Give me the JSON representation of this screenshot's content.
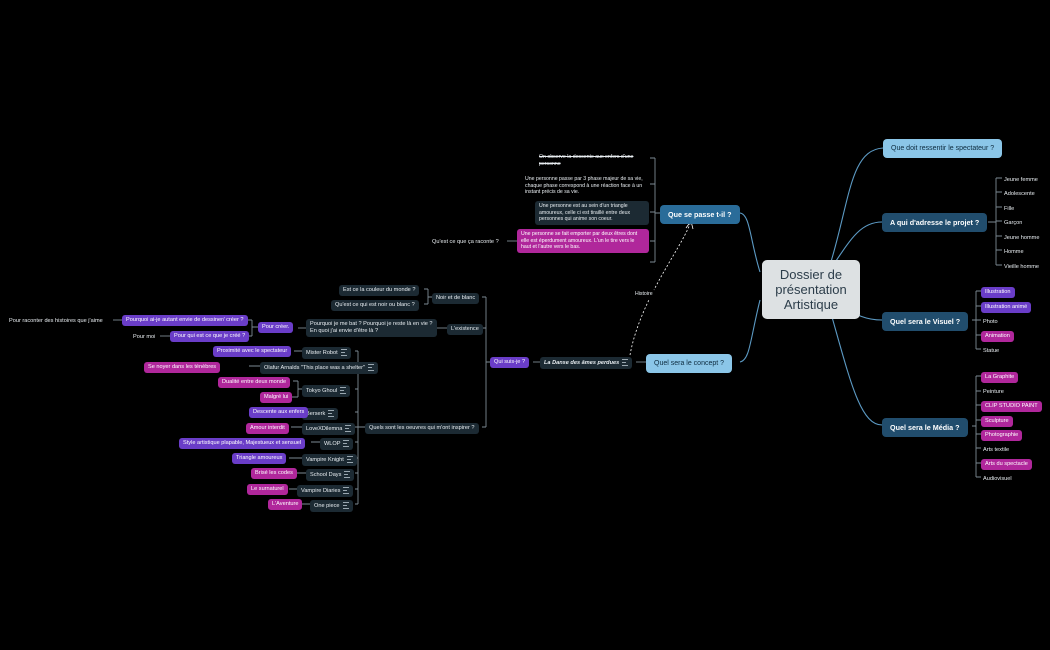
{
  "central": "Dossier de présentation Artistique",
  "right": {
    "ressentir": "Que doit ressentir le spectateur ?",
    "adresse": "A qui d'adresse le projet ?",
    "adresse_items": [
      "Jeune femme",
      "Adolescente",
      "Fille",
      "Garçon",
      "Jeune homme",
      "Homme",
      "Vieille homme"
    ],
    "visuel": "Quel sera le Visuel ?",
    "visuel_items": [
      "Illustration",
      "Illustration animé",
      "Photo",
      "Animation",
      "Statue"
    ],
    "media": "Quel sera le Média ?",
    "media_items": [
      "La Graphite",
      "Peinture",
      "CLIP STUDIO PAINT",
      "Sculpture",
      "Photographie",
      "Arts textile",
      "Arts du spectacle",
      "Audiovisuel"
    ]
  },
  "passe": {
    "title": "Que se passe t-il ?",
    "notes": [
      "On observe la descente aux enfers d'une personne",
      "Une personne passe par 3 phase majeur de sa vie, chaque phase correspond à une réaction face à un instant précis de sa vie.",
      "Une personne est au sein d'un triangle amoureux, celle ci est tiraillé entre deux personnes qui anime son coeur.",
      "Une personne se fait emporter par deux êtres dont elle est éperdument amoureux. L'un le tire vers le haut et l'autre vers le bas."
    ],
    "question": "Qu'est ce que ça raconte ?"
  },
  "histoire": "Histoire",
  "concept": {
    "title": "Quel sera le concept ?",
    "danse": "La Danse des âmes perdues",
    "quisuisje": "Qui suis-je ?",
    "noir_blanc": "Noir et de blanc",
    "couleur": "Est ce la couleur du monde ?",
    "noir": "Qu'est ce qui est noir ou blanc ?",
    "existence": "L'existence",
    "pourquoi": "Pourquoi je me bat ? Pourquoi je reste là en vie ? En quoi j'ai envie d'être là ?",
    "pour_creer": "Pour créer.",
    "envie": "Pourquoi ai-je autant envie de dessiner/ créer ?",
    "raconter": "Pour raconter des histoires que j'aime",
    "pour_qui": "Pour qui est ce que je créé ?",
    "pour_moi": "Pour moi",
    "oeuvres": "Quels sont les oeuvres qui m'ont inspirer ?"
  },
  "works": [
    {
      "name": "Mister Robot",
      "tag": "Proximité avec le spectateur",
      "tagcolor": "violet"
    },
    {
      "name": "Olafur Arnalds \"This place was a shelter\"",
      "tag": "Se noyer dans les ténèbres",
      "tagcolor": "magenta"
    },
    {
      "name": "Tokyo Ghoul",
      "tag": "Dualité entre deux monde",
      "tagcolor": "magenta",
      "tag2": "Malgré lui"
    },
    {
      "name": "Berserk",
      "tag": "Descente aux enfers",
      "tagcolor": "violet"
    },
    {
      "name": "LoveXDilemna",
      "tag": "Amour interdit",
      "tagcolor": "magenta"
    },
    {
      "name": "WLOP",
      "tag": "Style artistique plapable, Majestueux et sensuel",
      "tagcolor": "violet"
    },
    {
      "name": "Vampire Knight",
      "tag": "Triangle amoureux",
      "tagcolor": "violet"
    },
    {
      "name": "School Days",
      "tag": "Brisé les codes",
      "tagcolor": "magenta"
    },
    {
      "name": "Vampire Diaries",
      "tag": "Le surnaturel",
      "tagcolor": "magenta"
    },
    {
      "name": "One piece",
      "tag": "L'Aventure",
      "tagcolor": "magenta"
    }
  ]
}
